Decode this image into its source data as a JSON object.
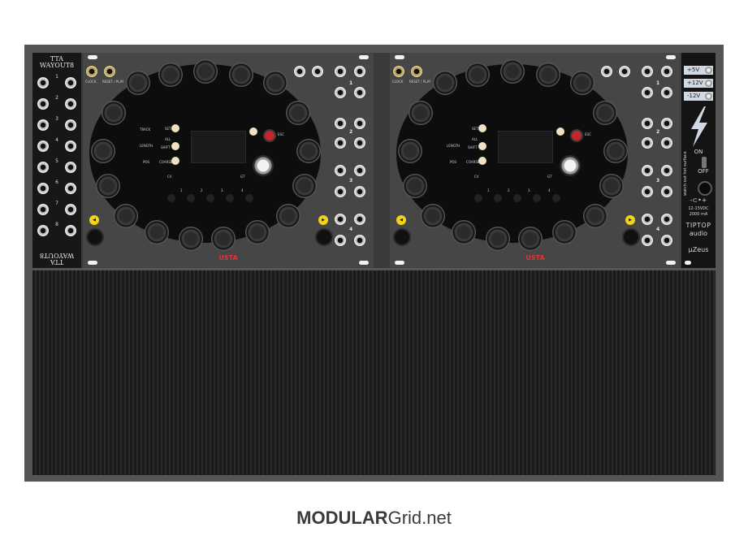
{
  "modules": {
    "wayout": {
      "title_line1": "TTA",
      "title_line2": "WAYOUT8",
      "channel_labels": [
        "1",
        "2",
        "3",
        "4",
        "5",
        "6",
        "7",
        "8"
      ]
    },
    "usta_left": {
      "brand": "USTA",
      "labels": {
        "clock": "CLOCK",
        "reset": "RESET / PLAY",
        "track": "TRACK",
        "set": "SET",
        "all": "ALL",
        "shift": "SHIFT",
        "coarse": "COARSE",
        "length": "LENGTH",
        "pos": "POS",
        "esc": "ESC",
        "cv": "CV",
        "gt": "GT",
        "pads": [
          "1",
          "2",
          "3",
          "4"
        ]
      },
      "jack_rows": [
        "1",
        "2",
        "3",
        "4"
      ]
    },
    "usta_right": {
      "brand": "USTA",
      "labels": {
        "clock": "CLOCK",
        "reset": "RESET / PLAY",
        "set": "SET",
        "all": "ALL",
        "shift": "SHIFT",
        "coarse": "COARSE",
        "length": "LENGTH",
        "pos": "POS",
        "esc": "ESC",
        "cv": "CV",
        "gt": "GT",
        "pads": [
          "1",
          "2",
          "3",
          "4"
        ]
      },
      "jack_rows": [
        "1",
        "2",
        "3",
        "4"
      ]
    },
    "uzeus": {
      "voltages": [
        "+5V",
        "+12V",
        "-12V"
      ],
      "on_label": "ON",
      "off_label": "OFF",
      "warning": "watch out hot surface",
      "input_spec": "12-15VDC",
      "current_spec": "2000 mA",
      "brand_line1": "TIPTOP",
      "brand_line2": "audio",
      "name": "µZeus"
    }
  },
  "footer": {
    "brand_bold": "MODULAR",
    "brand_light": "Grid.net"
  },
  "colors": {
    "rack_frame": "#555555",
    "usta_panel": "#464646",
    "usta_brand": "#d43a3a",
    "esc_button": "#c2262e",
    "yellow_button": "#f1d21c"
  }
}
